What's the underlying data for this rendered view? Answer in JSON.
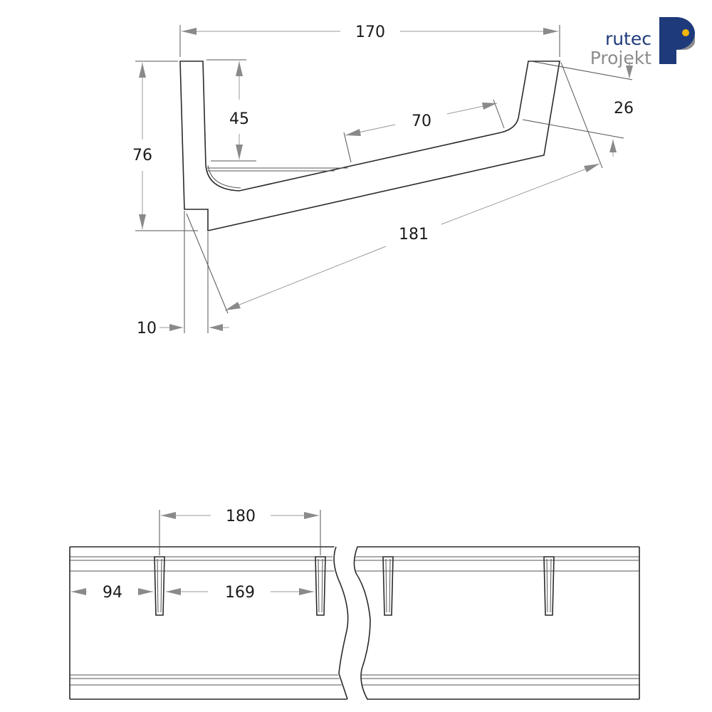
{
  "logo": {
    "line1": "rutec",
    "line2": "Projekt",
    "colors": {
      "blue": "#1e3a7a",
      "gray": "#8c8c8c",
      "accent": "#f2b705"
    }
  },
  "dimensions": {
    "width_top": "170",
    "height_total": "76",
    "inner_depth": "45",
    "inner_slope": "70",
    "lip_height": "26",
    "diagonal": "181",
    "base_width": "10",
    "clip_spacing": "180",
    "edge_offset": "94",
    "clip_gap": "169"
  }
}
